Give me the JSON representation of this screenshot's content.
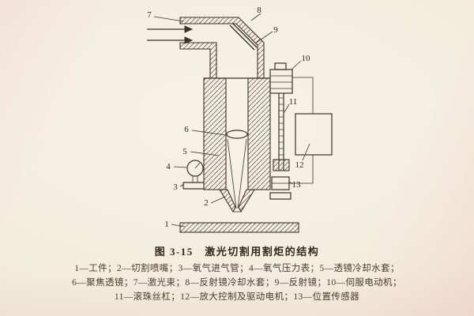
{
  "figure": {
    "caption": "图 3-15　激光切割用割炬的结构",
    "legend_lines": [
      "1—工件；2—切割喷嘴；3—氧气进气管；4—氧气压力表；5—透镜冷却水套；",
      "6—聚焦透镜；7—激光束；8—反射镜冷却水套；9—反射镜；10—伺服电动机；",
      "11—滚珠丝杠；12—放大控制及驱动电机；13—位置传感器"
    ]
  },
  "diagram": {
    "labels": {
      "l1": "1",
      "l2": "2",
      "l3": "3",
      "l4": "4",
      "l5": "5",
      "l6": "6",
      "l7": "7",
      "l8": "8",
      "l9": "9",
      "l10": "10",
      "l11": "11",
      "l12": "12",
      "l13": "13"
    },
    "parts": {
      "1": "工件",
      "2": "切割喷嘴",
      "3": "氧气进气管",
      "4": "氧气压力表",
      "5": "透镜冷却水套",
      "6": "聚焦透镜",
      "7": "激光束",
      "8": "反射镜冷却水套",
      "9": "反射镜",
      "10": "伺服电动机",
      "11": "滚珠丝杠",
      "12": "放大控制及驱动电机",
      "13": "位置传感器"
    }
  },
  "colors": {
    "ink": "#3a332a",
    "paper": "#f3eee0"
  }
}
